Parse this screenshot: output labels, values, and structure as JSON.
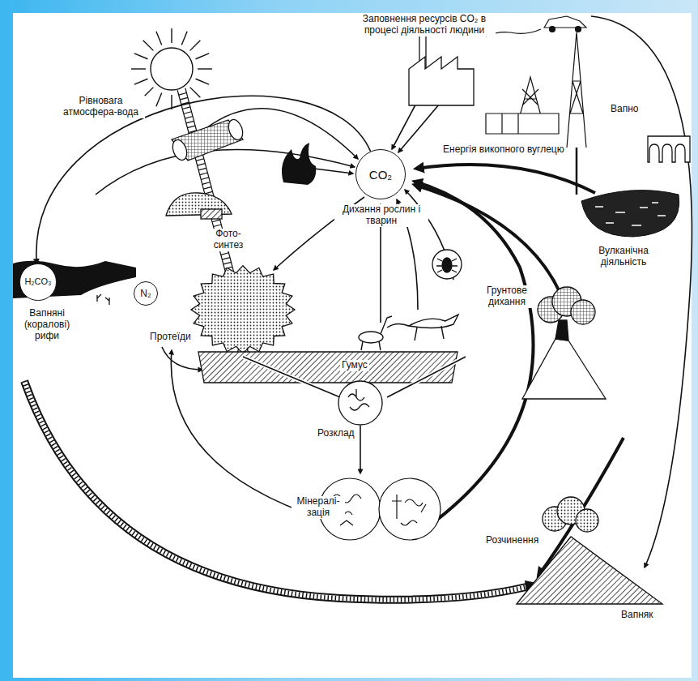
{
  "diagram": {
    "nodes": [
      {
        "text": [
          "CO₂"
        ]
      },
      {
        "text": [
          "H₂CO₃"
        ]
      },
      {
        "text": [
          "N₂"
        ]
      }
    ],
    "edges": [
      {
        "from": 0,
        "to": 1,
        "arrow": "to"
      }
    ],
    "labels": [
      "Заповнення ресурсів CO₂ в процесі діяльності людини",
      "Рівновага атмосфера-вода",
      "Вапно",
      "Енергія викопного вуглецю",
      "Фото- синтез",
      "Дихання рослин і тварин",
      "Вулканічна діяльність",
      "Вапняні (коралові) рифи",
      "Протеїди",
      "Грунтове дихання",
      "Гумус",
      "Розклад",
      "Мінералі- зація",
      "Розчинення",
      "Вапняк"
    ]
  }
}
